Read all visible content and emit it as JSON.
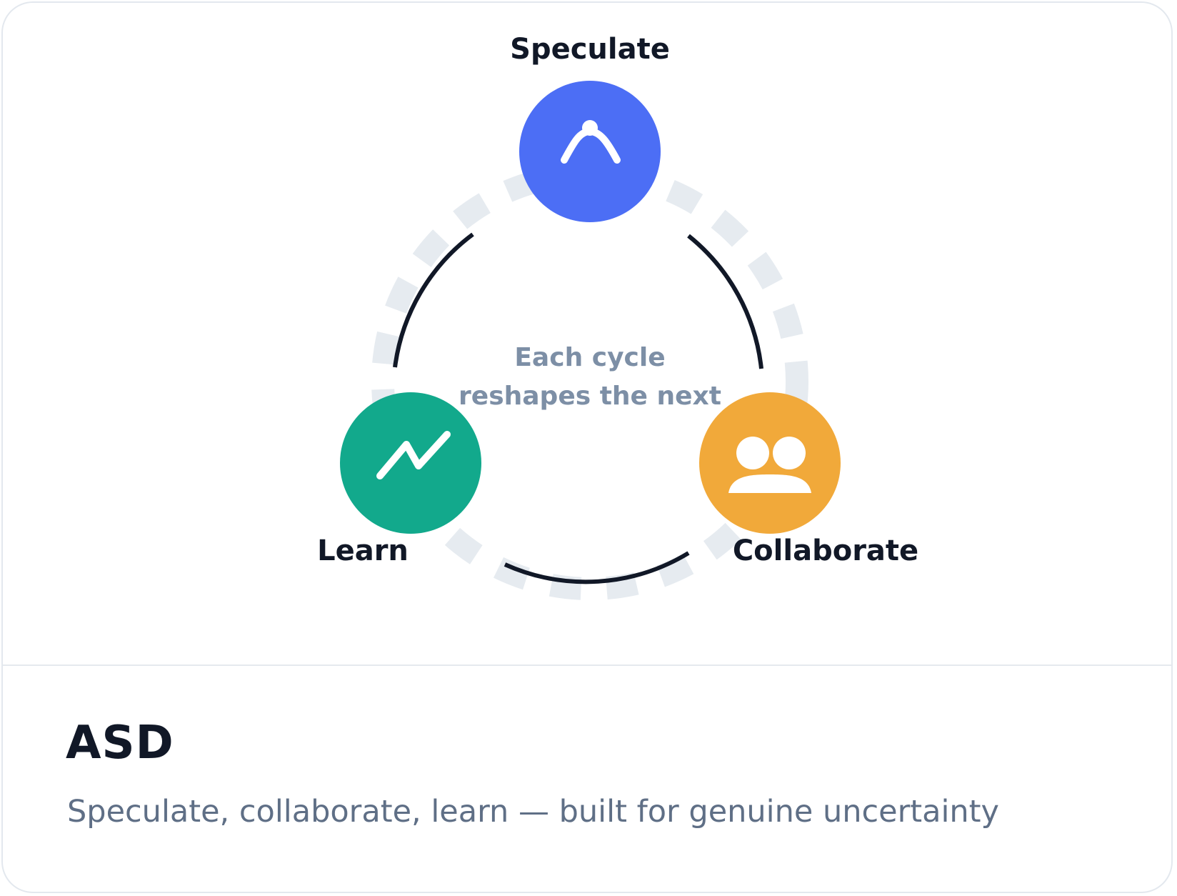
{
  "diagram": {
    "center_text": [
      "Each cycle",
      "reshapes the next"
    ],
    "nodes": [
      {
        "id": "speculate",
        "label": "Speculate",
        "color": "#4c6ef5",
        "icon": "arch-icon"
      },
      {
        "id": "collaborate",
        "label": "Collaborate",
        "color": "#f1a93a",
        "icon": "people-icon"
      },
      {
        "id": "learn",
        "label": "Learn",
        "color": "#12a98c",
        "icon": "trend-line-icon"
      }
    ],
    "colors": {
      "ring_dash": "#e6ebf0",
      "arc": "#111827",
      "label": "#111827",
      "center_text": "#7d8fa6",
      "icon": "#ffffff"
    }
  },
  "card": {
    "title": "ASD",
    "description": "Speculate, collaborate, learn — built for genuine uncertainty"
  }
}
